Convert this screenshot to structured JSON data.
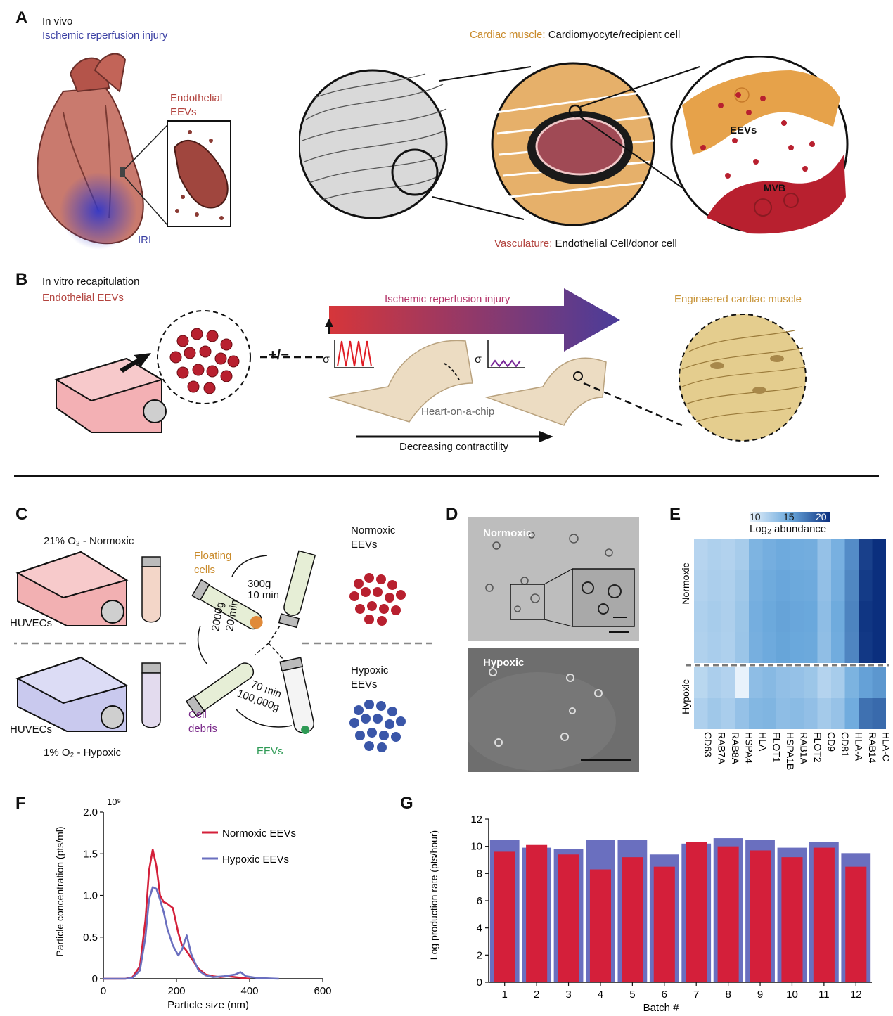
{
  "panelA": {
    "letter": "A",
    "in_vivo": "In vivo",
    "iri_title": "Ischemic reperfusion injury",
    "endothelial_eevs_1": "Endothelial",
    "endothelial_eevs_2": "EEVs",
    "iri": "IRI",
    "cardiac_muscle_label": "Cardiac muscle:",
    "cardiac_muscle_desc": "Cardiomyocyte/recipient cell",
    "eevs": "EEVs",
    "mvb": "MVB",
    "vasculature_label": "Vasculature:",
    "vasculature_desc": "Endothelial Cell/donor cell"
  },
  "panelB": {
    "letter": "B",
    "in_vitro": "In vitro recapitulation",
    "endothelial_eevs": "Endothelial EEVs",
    "plus_minus": "+/−",
    "iri": "Ischemic reperfusion injury",
    "engineered": "Engineered cardiac muscle",
    "sigma": "σ",
    "heart_chip": "Heart-on-a-chip",
    "decreasing": "Decreasing contractility"
  },
  "panelC": {
    "letter": "C",
    "normoxic_cond": "21% O₂  - Normoxic",
    "hypoxic_cond": "1% O₂  - Hypoxic",
    "huvecs": "HUVECs",
    "floating_1": "Floating",
    "floating_2": "cells",
    "spin1a": "300g",
    "spin1b": "10 min",
    "spin2a": "2000g",
    "spin2b": "20 min",
    "spin3a": "70 min",
    "spin3b": "100,000g",
    "debris_1": "Cell",
    "debris_2": "debris",
    "eevs": "EEVs",
    "normoxic_eevs_1": "Normoxic",
    "normoxic_eevs_2": "EEVs",
    "hypoxic_eevs_1": "Hypoxic",
    "hypoxic_eevs_2": "EEVs"
  },
  "panelD": {
    "letter": "D",
    "normoxic": "Normoxic",
    "hypoxic": "Hypoxic"
  },
  "panelE": {
    "letter": "E",
    "scale_ticks": [
      "10",
      "15",
      "20"
    ],
    "scale_title": "Log₂ abundance",
    "row_group_1": "Normoxic",
    "row_group_2": "Hypoxic",
    "columns": [
      "CD63",
      "RAB7A",
      "RAB8A",
      "HSPA4",
      "HLA",
      "FLOT1",
      "HSPA1B",
      "RAB1A",
      "FLOT2",
      "CD9",
      "CD81",
      "HLA-A",
      "RAB14",
      "HLA-C"
    ],
    "normoxic_rows": [
      [
        10.8,
        11.2,
        11.0,
        11.6,
        13.9,
        14.4,
        14.8,
        14.6,
        14.5,
        12.6,
        14.2,
        16.6,
        21.0,
        22.0
      ],
      [
        11.0,
        11.4,
        11.2,
        12.0,
        14.2,
        14.7,
        15.1,
        14.9,
        14.8,
        12.8,
        14.4,
        16.9,
        21.3,
        22.2
      ],
      [
        11.2,
        11.6,
        11.3,
        12.2,
        14.4,
        14.9,
        15.3,
        15.1,
        15.0,
        13.0,
        14.7,
        17.1,
        21.6,
        22.4
      ],
      [
        11.1,
        11.5,
        11.2,
        12.3,
        14.3,
        14.8,
        15.2,
        15.0,
        14.9,
        12.9,
        14.6,
        17.0,
        21.5,
        22.3
      ]
    ],
    "hypoxic_rows": [
      [
        10.6,
        11.4,
        11.0,
        8.0,
        13.0,
        13.4,
        12.8,
        12.6,
        12.2,
        10.9,
        11.6,
        14.0,
        15.4,
        16.0
      ],
      [
        11.2,
        12.0,
        11.5,
        12.6,
        13.6,
        13.8,
        13.0,
        13.2,
        12.8,
        11.8,
        12.5,
        14.6,
        18.2,
        18.6
      ]
    ]
  },
  "panelF": {
    "letter": "F",
    "chart_data": {
      "type": "line",
      "multiplier": "10⁹",
      "xlabel": "Particle size (nm)",
      "ylabel": "Particle concentration (pts/ml)",
      "xlim": [
        0,
        600
      ],
      "ylim": [
        0,
        2.0
      ],
      "xticks": [
        0,
        200,
        400,
        600
      ],
      "yticks": [
        0,
        0.5,
        1.0,
        1.5,
        2.0
      ],
      "legend_position": "top-right",
      "series": [
        {
          "name": "Normoxic EEVs",
          "color": "#d4203a",
          "x": [
            0,
            60,
            80,
            100,
            115,
            125,
            135,
            145,
            155,
            165,
            175,
            190,
            205,
            215,
            225,
            240,
            260,
            280,
            300,
            320,
            340,
            360,
            380,
            400
          ],
          "y": [
            0,
            0,
            0.02,
            0.15,
            0.7,
            1.3,
            1.55,
            1.35,
            1.0,
            0.92,
            0.9,
            0.85,
            0.55,
            0.4,
            0.35,
            0.25,
            0.12,
            0.05,
            0.03,
            0.02,
            0.03,
            0.02,
            0.01,
            0
          ]
        },
        {
          "name": "Hypoxic EEVs",
          "color": "#6a6fbf",
          "x": [
            0,
            60,
            80,
            100,
            115,
            125,
            135,
            145,
            155,
            165,
            175,
            190,
            205,
            215,
            228,
            240,
            260,
            280,
            300,
            330,
            360,
            375,
            390,
            420,
            480
          ],
          "y": [
            0,
            0,
            0.01,
            0.1,
            0.5,
            0.95,
            1.1,
            1.08,
            0.95,
            0.8,
            0.6,
            0.4,
            0.28,
            0.35,
            0.52,
            0.3,
            0.1,
            0.04,
            0.02,
            0.03,
            0.05,
            0.08,
            0.03,
            0.01,
            0
          ]
        }
      ]
    }
  },
  "panelG": {
    "letter": "G",
    "chart_data": {
      "type": "bar",
      "xlabel": "Batch #",
      "ylabel": "Log production rate (pts/hour)",
      "ylim": [
        0,
        12
      ],
      "yticks": [
        0,
        2,
        4,
        6,
        8,
        10,
        12
      ],
      "categories": [
        "1",
        "2",
        "3",
        "4",
        "5",
        "6",
        "7",
        "8",
        "9",
        "10",
        "11",
        "12"
      ],
      "series": [
        {
          "name": "",
          "color": "#6a6fbf",
          "values": [
            10.5,
            9.9,
            9.8,
            10.5,
            10.5,
            9.4,
            10.2,
            10.6,
            10.5,
            9.9,
            10.3,
            9.5
          ]
        },
        {
          "name": "",
          "color": "#d41f3a",
          "values": [
            9.6,
            10.1,
            9.4,
            8.3,
            9.2,
            8.5,
            10.3,
            10.0,
            9.7,
            9.2,
            9.9,
            8.5
          ]
        }
      ]
    }
  }
}
